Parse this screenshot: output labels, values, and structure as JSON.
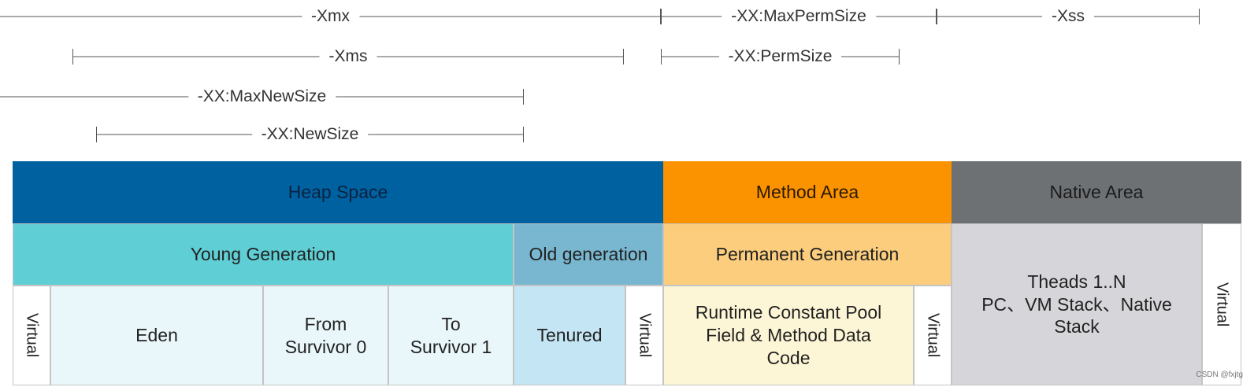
{
  "dimensions": {
    "xmx": "-Xmx",
    "xms": "-Xms",
    "max_new_size": "-XX:MaxNewSize",
    "new_size": "-XX:NewSize",
    "max_perm_size": "-XX:MaxPermSize",
    "perm_size": "-XX:PermSize",
    "xss": "-Xss"
  },
  "areas": {
    "heap_space": "Heap Space",
    "method_area": "Method Area",
    "native_area": "Native Area"
  },
  "generations": {
    "young": "Young Generation",
    "old": "Old generation",
    "permanent": "Permanent Generation"
  },
  "cells": {
    "virtual": "Virtual",
    "eden": "Eden",
    "from_survivor": "From\nSurvivor 0",
    "to_survivor": "To\nSurvivor 1",
    "tenured": "Tenured",
    "runtime_pool": "Runtime Constant Pool\nField & Method Data\nCode",
    "threads": "Theads 1..N\nPC、VM Stack、Native\nStack"
  },
  "watermark": "CSDN @fxjtg",
  "colors": {
    "heap": "#0061a0",
    "method": "#fb9300",
    "native": "#6e7174",
    "young": "#5fcfd5",
    "old": "#79b7d1",
    "permanent": "#fbcd7d",
    "young_cells": "#eaf7fa",
    "tenured": "#c4e5f4",
    "runtime_pool": "#fdf6d6",
    "threads": "#d6d6da"
  }
}
